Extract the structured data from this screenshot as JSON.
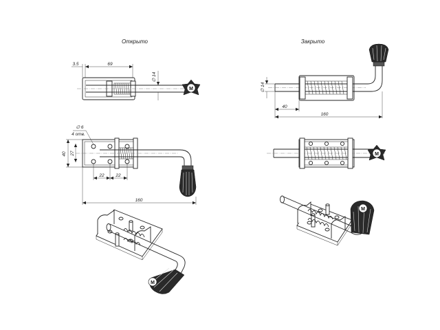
{
  "drawing": {
    "views": {
      "open": {
        "title": "Открыто"
      },
      "closed": {
        "title": "Закрыто"
      }
    },
    "knob_mark": "M",
    "dimensions": {
      "d_3_5": "3.5",
      "d_69": "69",
      "d_dia14_open": "∅ 14",
      "d_dia14_closed": "∅ 14",
      "d_dia6": "∅ 6",
      "d_holes": "4 отв.",
      "d_40_height": "40",
      "d_27": "27",
      "d_22_left": "22",
      "d_22_right": "22",
      "d_160_open": "160",
      "d_40_closed": "40",
      "d_160_closed": "160"
    }
  }
}
